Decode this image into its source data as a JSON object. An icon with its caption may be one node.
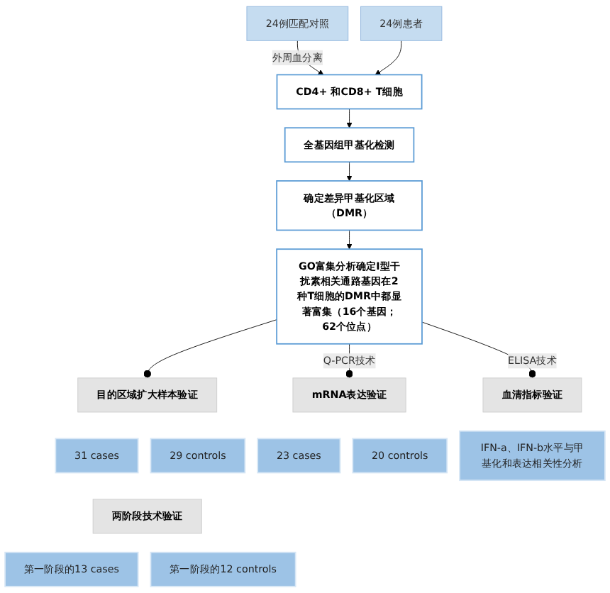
{
  "diagram": {
    "nodes": [
      {
        "text": [
          "24例匹配对照"
        ]
      },
      {
        "text": [
          "24例患者"
        ]
      },
      {
        "text": [
          "CD4+ 和CD8+ T细胞"
        ]
      },
      {
        "text": [
          "全基因组甲基化检测"
        ]
      },
      {
        "text": [
          "确定差异甲基化区域（DMR）"
        ]
      },
      {
        "text": [
          "GO富集分析确定I型干扰素相关通路基因在2种T细胞的DMR中都显著富集（16个基因；62个位点）"
        ]
      },
      {
        "text": [
          "目的区域扩大样本验证"
        ]
      },
      {
        "text": [
          "31 cases"
        ]
      },
      {
        "text": [
          "29 controls"
        ]
      },
      {
        "text": [
          "两阶段技术验证"
        ]
      },
      {
        "text": [
          "第一阶段的13 cases"
        ]
      },
      {
        "text": [
          "第一阶段的12 controls"
        ]
      },
      {
        "text": [
          "mRNA表达验证"
        ]
      },
      {
        "text": [
          "23 cases"
        ]
      },
      {
        "text": [
          "20 controls"
        ]
      },
      {
        "text": [
          "血清指标验证"
        ]
      },
      {
        "text": [
          "IFN-a、IFN-b水平与甲基化和表达相关性分析"
        ]
      }
    ],
    "edges": [
      {
        "from": 0,
        "to": 2,
        "arrow": "to",
        "label": "外周血分离"
      },
      {
        "from": 1,
        "to": 2,
        "arrow": "to"
      },
      {
        "from": 2,
        "to": 3,
        "arrow": "to"
      },
      {
        "from": 3,
        "to": 4,
        "arrow": "to"
      },
      {
        "from": 4,
        "to": 5,
        "arrow": "to"
      },
      {
        "from": 5,
        "to": 6,
        "arrow": "other"
      },
      {
        "from": 5,
        "to": 12,
        "arrow": "other",
        "label": "Q-PCR技术"
      },
      {
        "from": 5,
        "to": 15,
        "arrow": "other",
        "label": "ELISA技术"
      }
    ]
  }
}
